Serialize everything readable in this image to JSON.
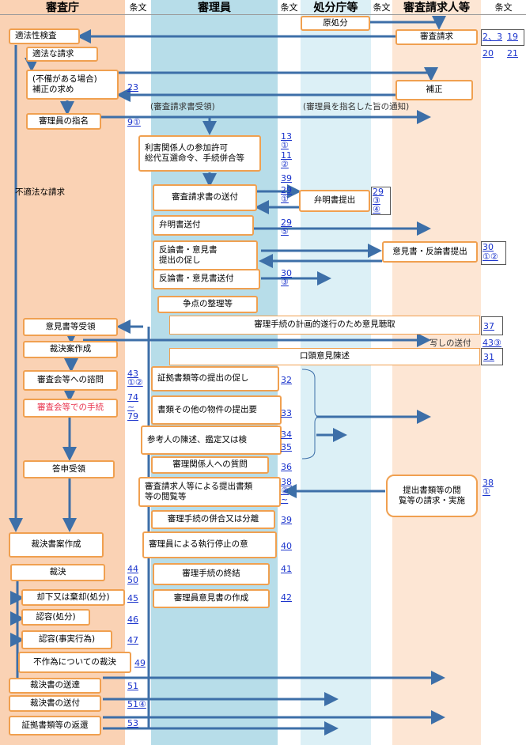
{
  "headers": {
    "shinsa_cho": "審査庁",
    "jobun": "条文",
    "shinriin": "審理員",
    "shobun_cho": "処分庁等",
    "seikyunin": "審査請求人等"
  },
  "boxes": {
    "genshobun": "原処分",
    "shinsa_seikyu": "審査請求",
    "tekigosei": "適法性検査",
    "tekiho": "適法な請求",
    "fubi": "(不備がある場合)\n補正の求め",
    "hosei": "補正",
    "shimei": "審理員の指名",
    "rigai": "利害関係人の参加許可\n総代互選命令、手続併合等",
    "futekiho": "不適法な請求",
    "sofu": "審査請求書の送付",
    "benmei_teishutsu": "弁明書提出",
    "benmei_sofu": "弁明書送付",
    "hanron_unagashi": "反論書・意見書\n提出の促し",
    "ikensho_hanron": "意見書・反論書提出",
    "hanron_sofu": "反論書・意見書送付",
    "soten": "争点の整理等",
    "iken_juryo": "意見書等受領",
    "keikaku": "審理手続の計画的遂行のため意見聴取",
    "saiketsu_an": "裁決案作成",
    "utsushi": "写しの送付",
    "koto": "口頭意見陳述",
    "shimon": "審査会等への諮問",
    "shoko_unagashi": "証拠書類等の提出の促し",
    "shinsa_tetsuzuki": "審査会等での手続",
    "shorui_teishutsu": "書類その他の物件の提出要",
    "sankonin": "参考人の陳述、鑑定又は検",
    "shitsumon": "審理関係人への質問",
    "toshin": "答申受領",
    "etsuran": "審査請求人等による提出書類\n等の閲覧等",
    "etsuran_seikyu": "提出書類等の閲\n覧等の請求・実施",
    "heigo": "審理手続の併合又は分離",
    "saiketsusho_an": "裁決書案作成",
    "shikko": "審理員による執行停止の意",
    "saiketsu": "裁決",
    "shuketsu": "審理手続の終結",
    "kyakka": "却下又は棄却(処分)",
    "ikensho_sakusei": "審理員意見書の作成",
    "nin_shobun": "認容(処分)",
    "nin_jijitsu": "認容(事実行為)",
    "fusakui": "不作為についての裁決",
    "soutatsu": "裁決書の送達",
    "saiketsu_sofu": "裁決書の送付",
    "henkan": "証拠書類等の返還"
  },
  "notes": {
    "juryo": "(審査請求書受領)",
    "tsuchi": "(審理員を指名した旨の通知)"
  },
  "refs": {
    "r_2_3": "2、3",
    "r_19": "19",
    "r_20": "20",
    "r_21": "21",
    "r_23": "23",
    "r_9_1": "9①",
    "r_13_1": "13\n①",
    "r_11_2": "11\n②",
    "r_39a": "39",
    "r_29_1": "29\n①",
    "r_29_3_4": "29\n③\n④",
    "r_29_5": "29\n⑤",
    "r_30_12": "30\n①②",
    "r_30_3": "30\n③",
    "r_37": "37",
    "r_43_3": "43③",
    "r_31": "31",
    "r_43_12": "43\n①②",
    "r_32": "32",
    "r_74_79": "74\n~\n79",
    "r_33": "33",
    "r_34_35": "34\n35",
    "r_36": "36",
    "r_38_2": "38\n②\n~",
    "r_38_1": "38\n①",
    "r_39b": "39",
    "r_40": "40",
    "r_44_50": "44\n50",
    "r_41": "41",
    "r_45": "45",
    "r_42": "42",
    "r_46": "46",
    "r_47": "47",
    "r_49": "49",
    "r_51": "51",
    "r_51_4": "51④",
    "r_53": "53"
  },
  "colors": {
    "shinsa_lane": "#fad2b4",
    "shinri_lane": "#b7dde9",
    "shobun_lane": "#dcf0f6",
    "seikyu_lane": "#fde6d4",
    "box_border": "#f0a050",
    "arrow": "#3d6fa8",
    "link": "#1a33cc"
  }
}
